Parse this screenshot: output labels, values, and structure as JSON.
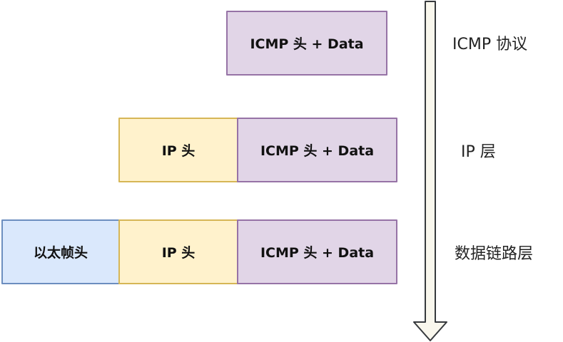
{
  "rows": [
    {
      "segments": [
        "ICMP 头 + Data"
      ],
      "label": "ICMP 协议"
    },
    {
      "segments": [
        "IP 头",
        "ICMP 头 + Data"
      ],
      "label": "IP 层"
    },
    {
      "segments": [
        "以太帧头",
        "IP 头",
        "ICMP 头 + Data"
      ],
      "label": "数据链路层"
    }
  ],
  "colors": {
    "icmp_fill": "#e1d5e7",
    "icmp_stroke": "#9673a6",
    "ip_fill": "#fff2cc",
    "ip_stroke": "#d6b656",
    "eth_fill": "#dae8fc",
    "eth_stroke": "#6c8ebf",
    "arrow_fill": "#f9f7ed",
    "arrow_stroke": "#36393d"
  }
}
